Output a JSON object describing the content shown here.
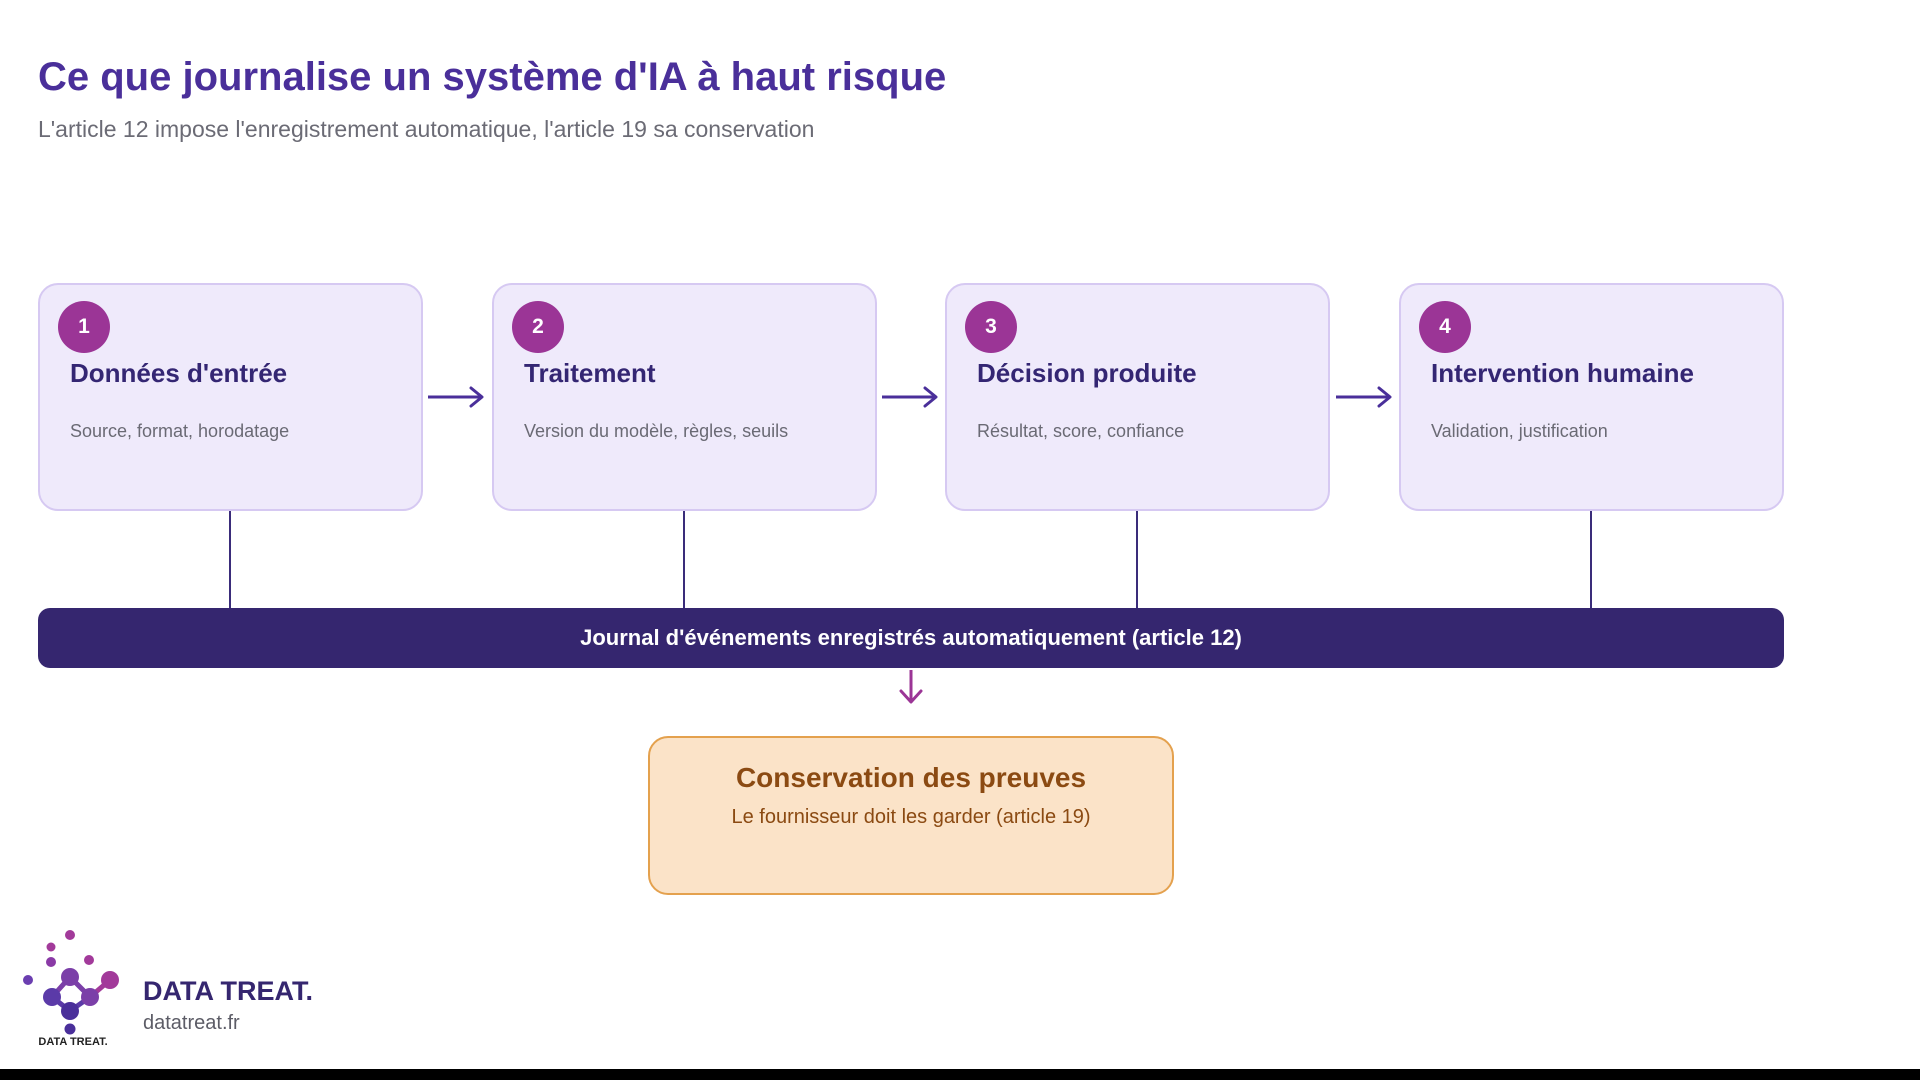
{
  "header": {
    "title": "Ce que journalise un système d'IA à haut risque",
    "subtitle": "L'article 12 impose l'enregistrement automatique, l'article 19 sa conservation"
  },
  "steps": [
    {
      "number": "1",
      "title": "Données d'entrée",
      "description": "Source, format, horodatage"
    },
    {
      "number": "2",
      "title": "Traitement",
      "description": "Version du modèle, règles, seuils"
    },
    {
      "number": "3",
      "title": "Décision produite",
      "description": "Résultat, score, confiance"
    },
    {
      "number": "4",
      "title": "Intervention humaine",
      "description": "Validation, justification"
    }
  ],
  "journal": {
    "label": "Journal d'événements enregistrés automatiquement (article 12)"
  },
  "conservation": {
    "title": "Conservation des preuves",
    "description": "Le fournisseur doit les garder (article 19)"
  },
  "brand": {
    "name": "DATA TREAT.",
    "url": "datatreat.fr",
    "logo_text": "DATA TREAT."
  },
  "colors": {
    "title": "#4a2f9a",
    "card_bg": "#efeafb",
    "card_border": "#d6c9f2",
    "badge": "#9b3596",
    "journal_bg": "#35266f",
    "preuve_bg": "#fbe3c8",
    "preuve_border": "#e4a14e",
    "preuve_text": "#8b4a12"
  },
  "icons": {
    "step_arrow": "arrow-right-icon",
    "journal_arrow": "arrow-down-icon",
    "logo": "data-treat-logo-icon"
  }
}
